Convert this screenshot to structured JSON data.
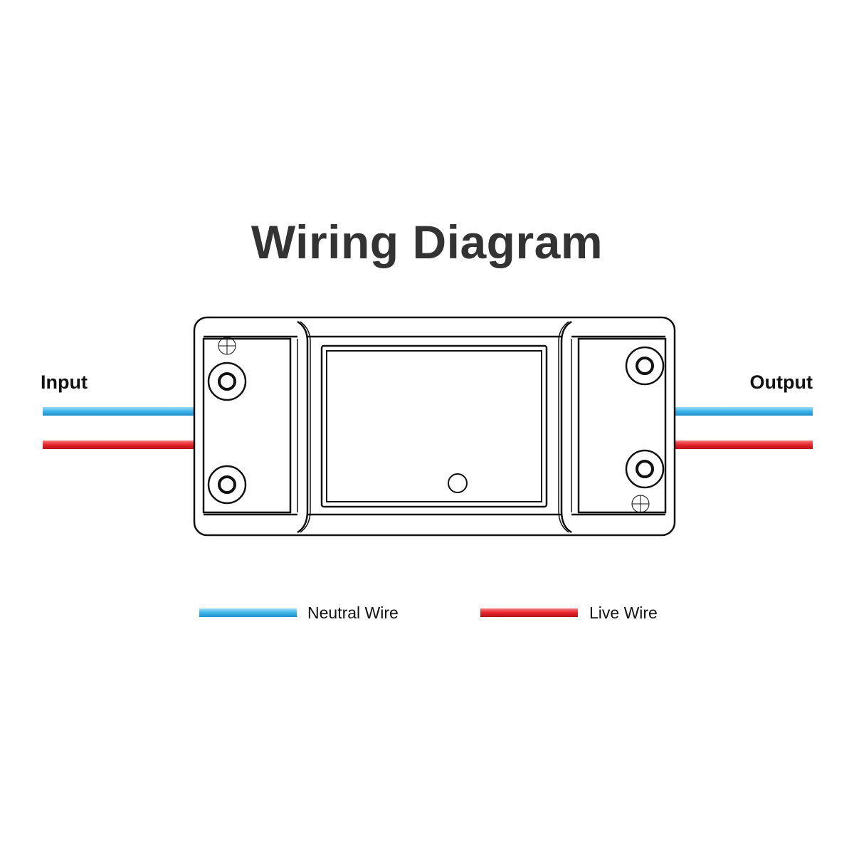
{
  "title": "Wiring Diagram",
  "labels": {
    "input": "Input",
    "output": "Output"
  },
  "legend": [
    {
      "label": "Neutral Wire",
      "color": "#3bb4ea"
    },
    {
      "label": "Live Wire",
      "color": "#e8232a"
    }
  ]
}
